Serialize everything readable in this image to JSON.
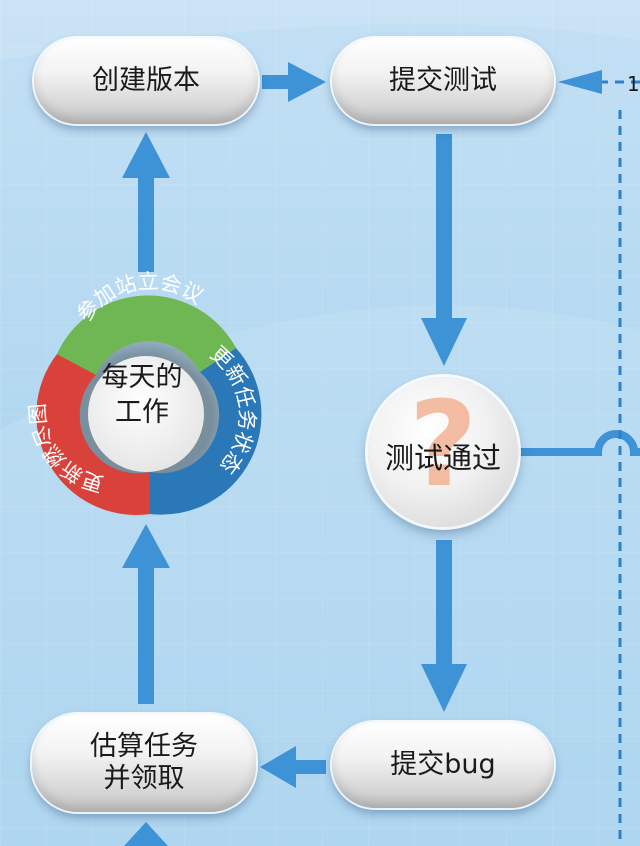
{
  "nodes": {
    "create_version": "创建版本",
    "submit_test": "提交测试",
    "test_passed": "测试通过",
    "submit_bug": "提交bug",
    "estimate_task": "估算任务\n并领取"
  },
  "daily_work": {
    "center": "每天的\n工作",
    "segments": [
      "参加站立会议",
      "更新任务状态",
      "更新燃尽图"
    ]
  },
  "clipped_right_text": "1",
  "colors": {
    "arrow": "#3d93d6",
    "segment_green": "#5cad3c",
    "segment_blue": "#2a78b8",
    "segment_red": "#d9423a"
  }
}
